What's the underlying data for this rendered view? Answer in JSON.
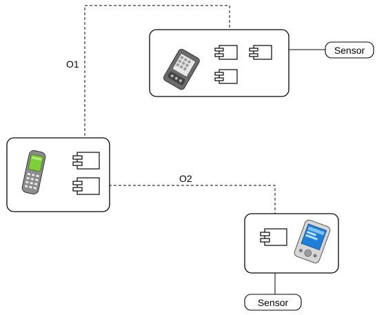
{
  "connections": {
    "o1_label": "O1",
    "o2_label": "O2"
  },
  "sensors": {
    "top_label": "Sensor",
    "bottom_label": "Sensor"
  },
  "devices": {
    "top": "pda-device",
    "left": "mobile-phone-device",
    "bottom": "pocket-pc-device"
  }
}
